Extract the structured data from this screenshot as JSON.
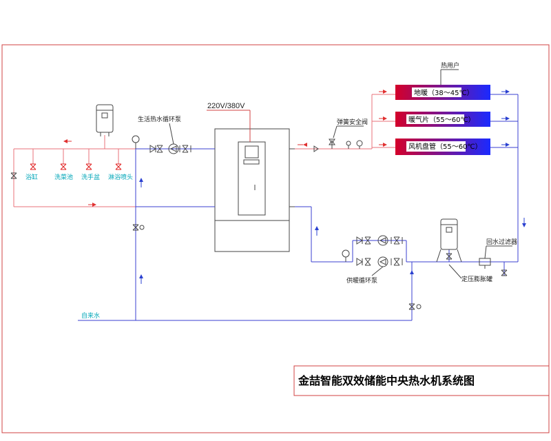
{
  "power_label": "220V/380V",
  "title": "金喆智能双效储能中央热水机系统图",
  "labels": {
    "domestic_pump": "生活热水循环泵",
    "spring_valve": "弹簧安全阀",
    "heat_users": "热用户",
    "heating_pump": "供暖循环泵",
    "return_filter": "回水过滤器",
    "expansion_tank": "定压膨胀罐",
    "tap_water": "自来水"
  },
  "radiators": [
    {
      "label": "地暖（38～45℃）"
    },
    {
      "label": "暖气片（55～60℃）"
    },
    {
      "label": "风机盘管（55～60℃）"
    }
  ],
  "fixtures": [
    {
      "label": "浴缸"
    },
    {
      "label": "洗菜池"
    },
    {
      "label": "洗手盆"
    },
    {
      "label": "淋浴喷头"
    }
  ],
  "colors": {
    "supply_pipe": "#e8707a",
    "return_pipe": "#3a3fd0",
    "radiator_hot": "#d4002a",
    "radiator_cold": "#1a2aff",
    "fixture_valve": "#e02020",
    "flow_arrow_blue": "#2a40d0",
    "flow_arrow_red": "#e03030"
  }
}
